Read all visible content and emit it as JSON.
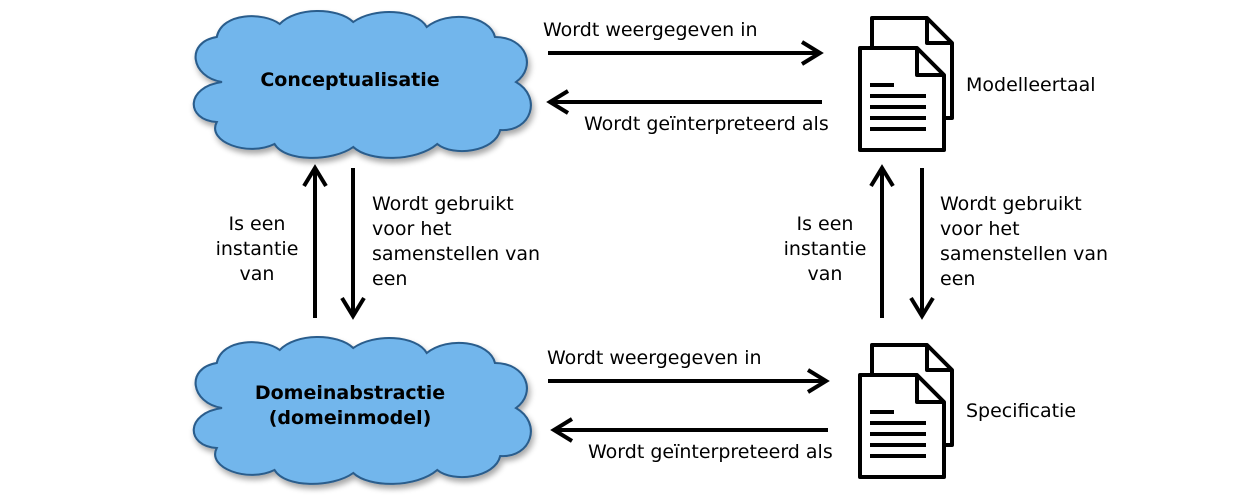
{
  "concepts": {
    "conceptualisation": "Conceptualisatie",
    "domain_abstraction_line1": "Domeinabstractie",
    "domain_abstraction_line2": "(domeinmodel)",
    "modelling_language": "Modelleertaal",
    "specification": "Specificatie"
  },
  "relations": {
    "top_right": "Wordt weergegeven in",
    "top_left": "Wordt geïnterpreteerd als",
    "bottom_right": "Wordt weergegeven in",
    "bottom_left": "Wordt geïnterpreteerd als",
    "left_up": [
      "Is een",
      "instantie",
      "van"
    ],
    "left_down": [
      "Wordt gebruikt",
      "voor het",
      "samenstellen van",
      "een"
    ],
    "right_up": [
      "Is een",
      "instantie",
      "van"
    ],
    "right_down": [
      "Wordt gebruikt",
      "voor het",
      "samenstellen van",
      "een"
    ]
  },
  "colors": {
    "cloud_fill": "#72b6ec",
    "cloud_stroke": "#2a5d8c",
    "arrow": "#000000"
  },
  "icons": {
    "modelling_language": "documents-icon",
    "specification": "documents-icon"
  }
}
